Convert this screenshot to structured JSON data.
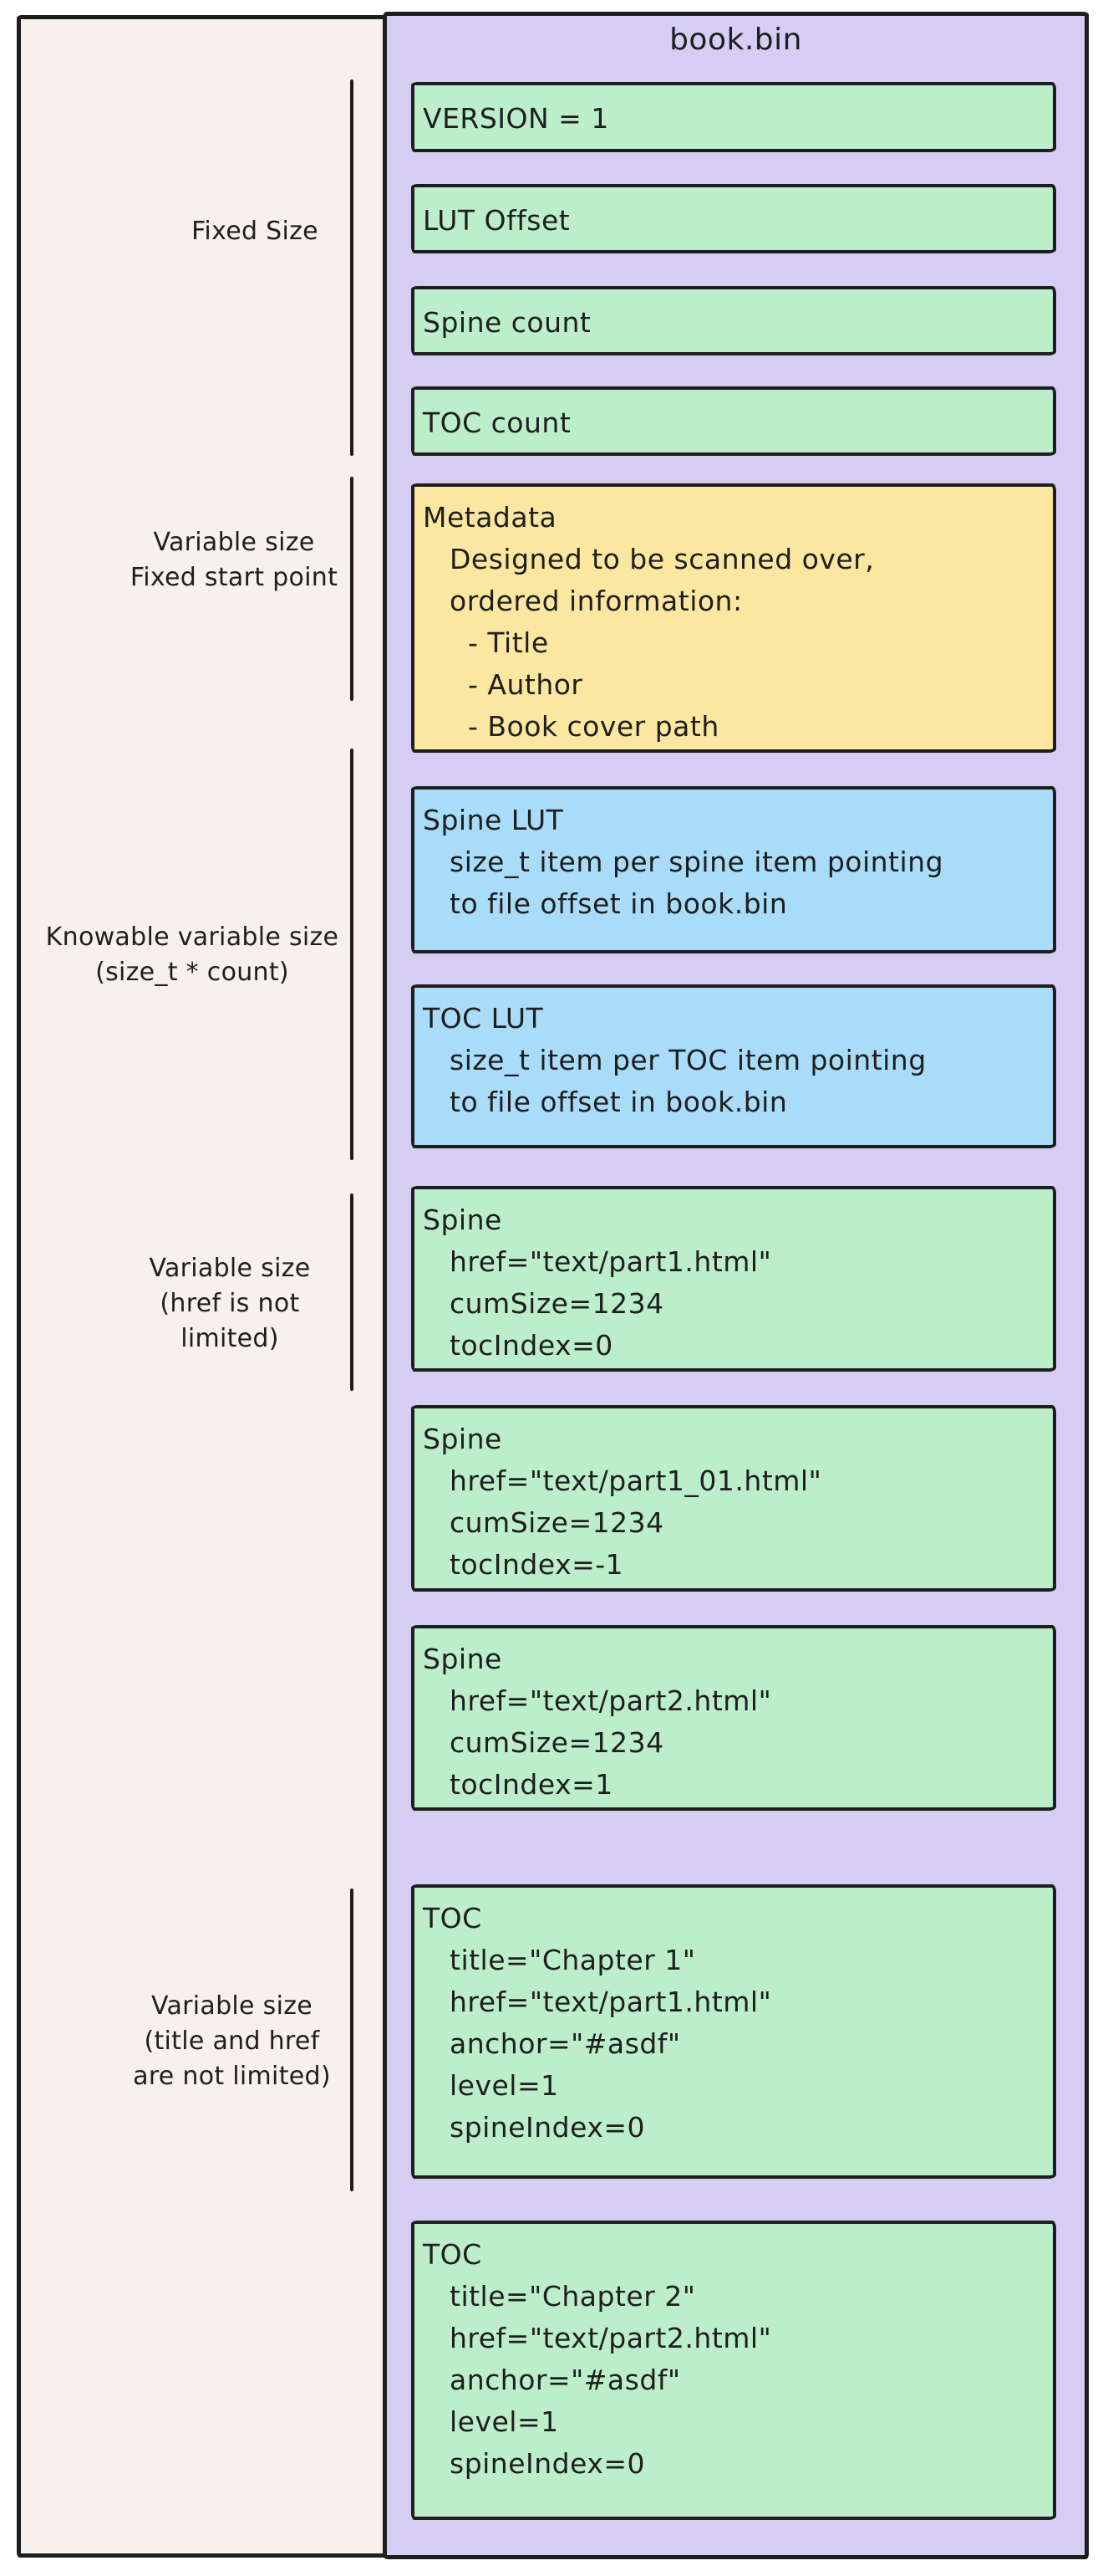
{
  "title": "book.bin",
  "colors": {
    "stroke": "#1e1e1e",
    "canvas-bg": "#ffffff",
    "beige": "#f6f1ea",
    "purple": "#d6cdf3",
    "green": "#bdeecb",
    "yellow": "#fbe7a0",
    "blue": "#a8dcf8"
  },
  "side_labels": [
    {
      "lines": [
        "Fixed Size"
      ]
    },
    {
      "lines": [
        "Variable size",
        "Fixed start point"
      ]
    },
    {
      "lines": [
        "Knowable variable size",
        "(size_t * count)"
      ]
    },
    {
      "lines": [
        "Variable size",
        "(href is not",
        "limited)"
      ]
    },
    {
      "lines": [
        "Variable size",
        "(title and href",
        "are not limited)"
      ]
    }
  ],
  "boxes": [
    {
      "name": "version",
      "color": "green",
      "lines": [
        "VERSION = 1"
      ]
    },
    {
      "name": "lut-offset",
      "color": "green",
      "lines": [
        "LUT Offset"
      ]
    },
    {
      "name": "spine-count",
      "color": "green",
      "lines": [
        "Spine count"
      ]
    },
    {
      "name": "toc-count",
      "color": "green",
      "lines": [
        "TOC count"
      ]
    },
    {
      "name": "metadata",
      "color": "yellow",
      "lines": [
        "Metadata",
        "Designed to be scanned over,",
        "ordered information:",
        "- Title",
        "- Author",
        "- Book cover path"
      ]
    },
    {
      "name": "spine-lut",
      "color": "blue",
      "lines": [
        "Spine LUT",
        "size_t item per spine item pointing",
        "to file offset in book.bin"
      ]
    },
    {
      "name": "toc-lut",
      "color": "blue",
      "lines": [
        "TOC LUT",
        "size_t item per TOC item pointing",
        "to file offset in book.bin"
      ]
    },
    {
      "name": "spine-1",
      "color": "green",
      "lines": [
        "Spine",
        "href=\"text/part1.html\"",
        "cumSize=1234",
        "tocIndex=0"
      ]
    },
    {
      "name": "spine-2",
      "color": "green",
      "lines": [
        "Spine",
        "href=\"text/part1_01.html\"",
        "cumSize=1234",
        "tocIndex=-1"
      ]
    },
    {
      "name": "spine-3",
      "color": "green",
      "lines": [
        "Spine",
        "href=\"text/part2.html\"",
        "cumSize=1234",
        "tocIndex=1"
      ]
    },
    {
      "name": "toc-1",
      "color": "green",
      "lines": [
        "TOC",
        "title=\"Chapter 1\"",
        "href=\"text/part1.html\"",
        "anchor=\"#asdf\"",
        "level=1",
        "spineIndex=0"
      ]
    },
    {
      "name": "toc-2",
      "color": "green",
      "lines": [
        "TOC",
        "title=\"Chapter 2\"",
        "href=\"text/part2.html\"",
        "anchor=\"#asdf\"",
        "level=1",
        "spineIndex=0"
      ]
    }
  ]
}
